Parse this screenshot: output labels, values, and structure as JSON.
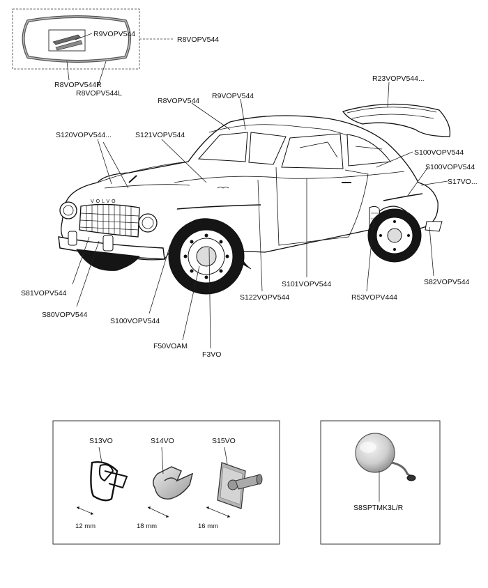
{
  "labels": {
    "inset_window": "R9VOPV544",
    "inset_right": "R8VOPV544",
    "inset_r": "R8VOPV544R",
    "inset_l": "R8VOPV544L",
    "roof_front": "R8VOPV544",
    "roof_center": "R9VOPV544",
    "rear_window": "R23VOPV544...",
    "s120": "S120VOPV544...",
    "s121": "S121VOPV544",
    "s100_upper": "S100VOPV544",
    "s100_mid": "S100VOPV544",
    "s17": "S17VO...",
    "s81": "S81VOPV544",
    "s80": "S80VOPV544",
    "s100_lower": "S100VOPV544",
    "f50": "F50VOAM",
    "f3": "F3VO",
    "s122": "S122VOPV544",
    "s101": "S101VOPV544",
    "r53": "R53VOPV444",
    "s82": "S82VOPV544"
  },
  "clips": {
    "s13": {
      "code": "S13VO",
      "size": "12 mm"
    },
    "s14": {
      "code": "S14VO",
      "size": "18 mm"
    },
    "s15": {
      "code": "S15VO",
      "size": "16 mm"
    }
  },
  "mirror": {
    "code": "S8SPTMK3L/R"
  },
  "brand_script": "VOLVO"
}
